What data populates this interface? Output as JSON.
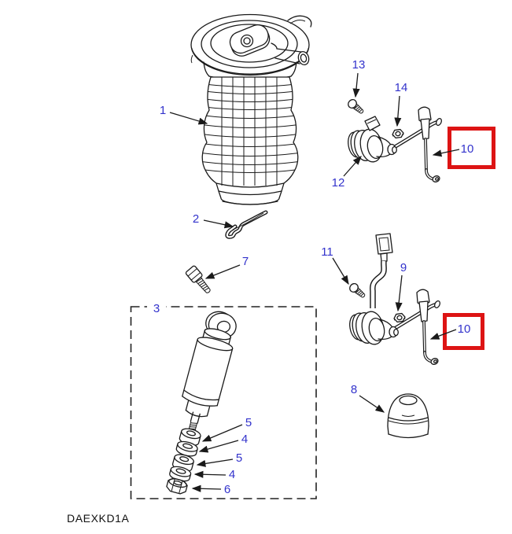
{
  "diagram": {
    "drawing_code": "DAEXKD1A",
    "colors": {
      "label_blue": "#3333cc",
      "highlight_red": "#dd1414",
      "line_black": "#1a1a1a",
      "background": "#ffffff"
    },
    "callouts": [
      {
        "part": "air-spring",
        "text": "1"
      },
      {
        "part": "retaining-clip",
        "text": "2"
      },
      {
        "part": "bolt",
        "text": "7"
      },
      {
        "part": "shock-absorber-group",
        "text": "3"
      },
      {
        "part": "upper-bush",
        "text": "5"
      },
      {
        "part": "upper-washer",
        "text": "4"
      },
      {
        "part": "lower-bush",
        "text": "5"
      },
      {
        "part": "lower-washer",
        "text": "4"
      },
      {
        "part": "stack-nut",
        "text": "6"
      },
      {
        "part": "upper-screw",
        "text": "13"
      },
      {
        "part": "upper-nut",
        "text": "14"
      },
      {
        "part": "upper-height-sensor",
        "text": "12"
      },
      {
        "part": "upper-link-rod-highlighted",
        "text": "10"
      },
      {
        "part": "lower-screw",
        "text": "11"
      },
      {
        "part": "lower-nut",
        "text": "9"
      },
      {
        "part": "lower-link-rod-highlighted",
        "text": "10"
      },
      {
        "part": "bump-stop",
        "text": "8"
      }
    ],
    "highlight_boxes": [
      {
        "location": "upper-right",
        "label": "10"
      },
      {
        "location": "lower-right",
        "label": "10"
      }
    ]
  }
}
